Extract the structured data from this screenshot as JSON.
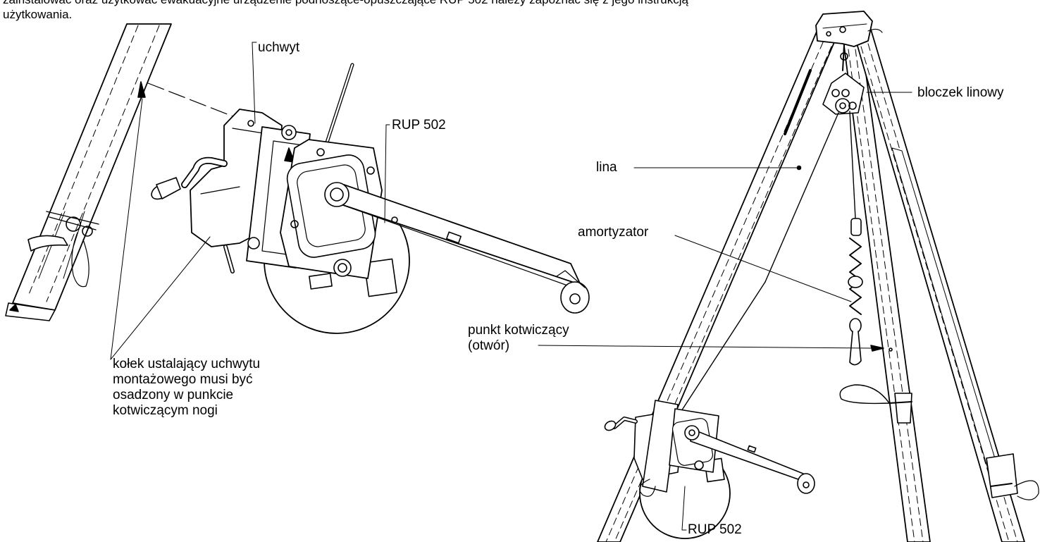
{
  "header": {
    "line1": "zainstalować oraz użytkować ewakuacyjne urządzenie podnoszące-opuszczające RUP 502 należy zapoznać się z jego instrukcją",
    "line2": "użytkowania."
  },
  "labels": {
    "uchwyt": "uchwyt",
    "rup_top": "RUP 502",
    "kolek": [
      "kołek ustalający uchwytu",
      "montażowego musi być",
      "osadzony w punkcie",
      "kotwiczącym nogi"
    ],
    "bloczek": "bloczek linowy",
    "lina": "lina",
    "amortyzator": "amortyzator",
    "punkt": [
      "punkt kotwiczący",
      "(otwór)"
    ],
    "rup_bottom": "RUP 502"
  }
}
